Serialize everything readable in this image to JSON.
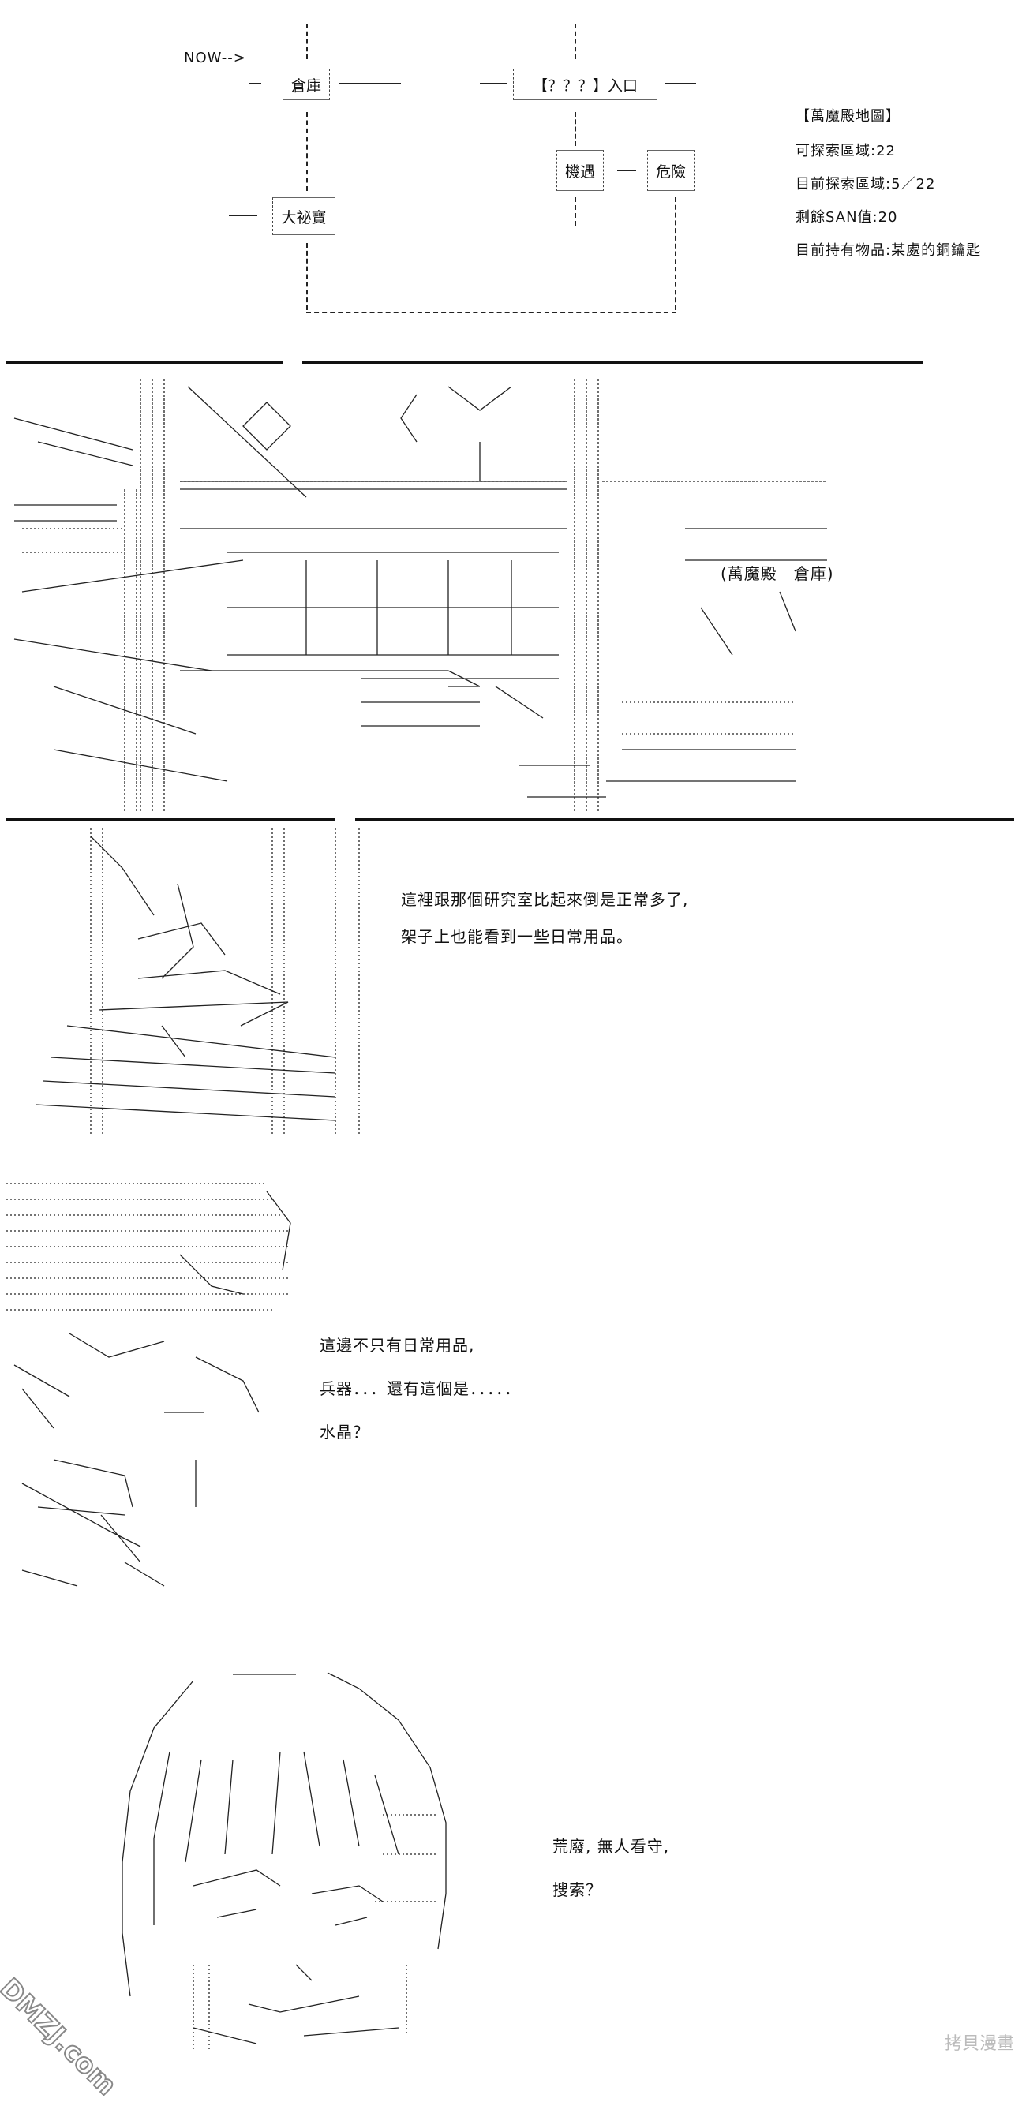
{
  "map": {
    "now_marker": "NOW-->",
    "rooms": {
      "warehouse": "倉庫",
      "entrance": "【？？？】入口",
      "opportunity": "機遇",
      "danger": "危險",
      "treasure": "大祕寶"
    }
  },
  "status": {
    "title": "【萬魔殿地圖】",
    "explorable": "可探索區域:22",
    "explored": "目前探索區域:5／22",
    "san": "剩餘SAN值:20",
    "items": "目前持有物品:某處的銅鑰匙"
  },
  "panel1": {
    "caption": "(萬魔殿　倉庫)"
  },
  "panel2": {
    "lines": [
      "這裡跟那個研究室比起來倒是正常多了,",
      "架子上也能看到一些日常用品。"
    ]
  },
  "panel3": {
    "lines": [
      "這邊不只有日常用品,",
      "兵器．．．還有這個是．．．．．",
      "水晶？"
    ]
  },
  "panel4": {
    "lines": [
      "荒廢, 無人看守,",
      "搜索？"
    ]
  },
  "watermarks": {
    "bottom_right": "拷貝漫畫",
    "bottom_left": "DMZJ.com"
  }
}
